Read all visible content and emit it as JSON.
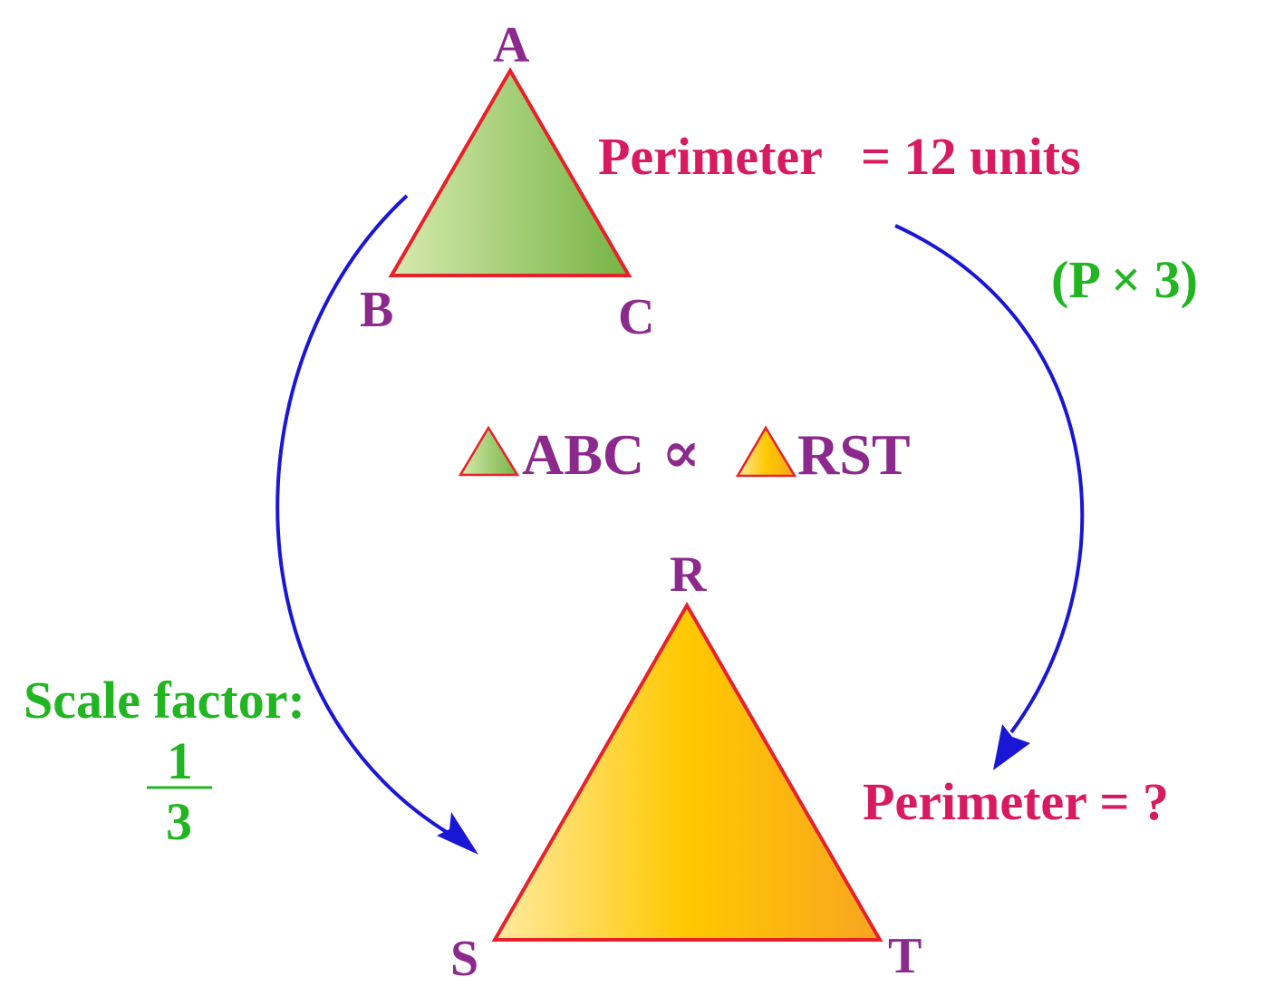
{
  "colors": {
    "vertex_label": "#8b2a8c",
    "perimeter_text": "#d81b60",
    "green_text": "#22b522",
    "arrow": "#1a16d6",
    "triangle_stroke": "#e8202a",
    "green_fill_light": "#d2e8a8",
    "green_fill_dark": "#7ab84a",
    "orange_fill_light": "#ffe89a",
    "orange_fill_mid": "#ffc800",
    "orange_fill_dark": "#f9a81e"
  },
  "triangle_abc": {
    "vertex_a": "A",
    "vertex_b": "B",
    "vertex_c": "C",
    "perimeter_label": "Perimeter",
    "perimeter_value": "= 12 units"
  },
  "triangle_rst": {
    "vertex_r": "R",
    "vertex_s": "S",
    "vertex_t": "T",
    "perimeter_label": "Perimeter = ?"
  },
  "relation": {
    "left": "ABC",
    "symbol": "∝",
    "right": "RST"
  },
  "right_arrow_label": "(P × 3)",
  "scale_factor": {
    "label": "Scale factor:",
    "numerator": "1",
    "denominator": "3"
  }
}
